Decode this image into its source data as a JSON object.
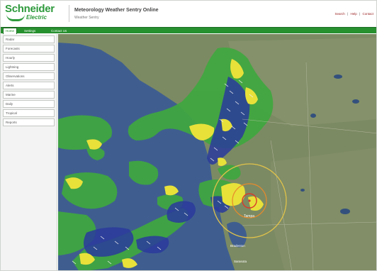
{
  "header": {
    "logo_brand": "Schneider",
    "logo_sub": "Electric",
    "app_title": "Meteorology Weather Sentry Online",
    "app_subtitle": "Weather Sentry",
    "links": [
      "Search",
      "Help",
      "Contact"
    ]
  },
  "tabs": [
    {
      "label": "Home"
    },
    {
      "label": "Settings"
    },
    {
      "label": "Contact Us"
    }
  ],
  "sidebar": {
    "items": [
      {
        "label": "Radar"
      },
      {
        "label": "Forecasts"
      },
      {
        "label": "Hourly"
      },
      {
        "label": "Lightning"
      },
      {
        "label": "Observations"
      },
      {
        "label": "Alerts"
      },
      {
        "label": "Marine"
      },
      {
        "label": "Daily"
      },
      {
        "label": "Tropical"
      },
      {
        "label": "Reports"
      }
    ]
  },
  "map": {
    "labels": {
      "tampa": "Tampa",
      "sarasota": "Sarasota",
      "bradenton": "Bradenton"
    }
  },
  "colors": {
    "brand_green": "#2e9a3c",
    "tab_bar": "#27902f",
    "water": "#3f5e8f",
    "land": "#7c8a63",
    "radar_green": "#3fa83f",
    "radar_yellow": "#e8e13a",
    "radar_blue": "#2a3a9c",
    "range_ring": "#e0c24a"
  }
}
